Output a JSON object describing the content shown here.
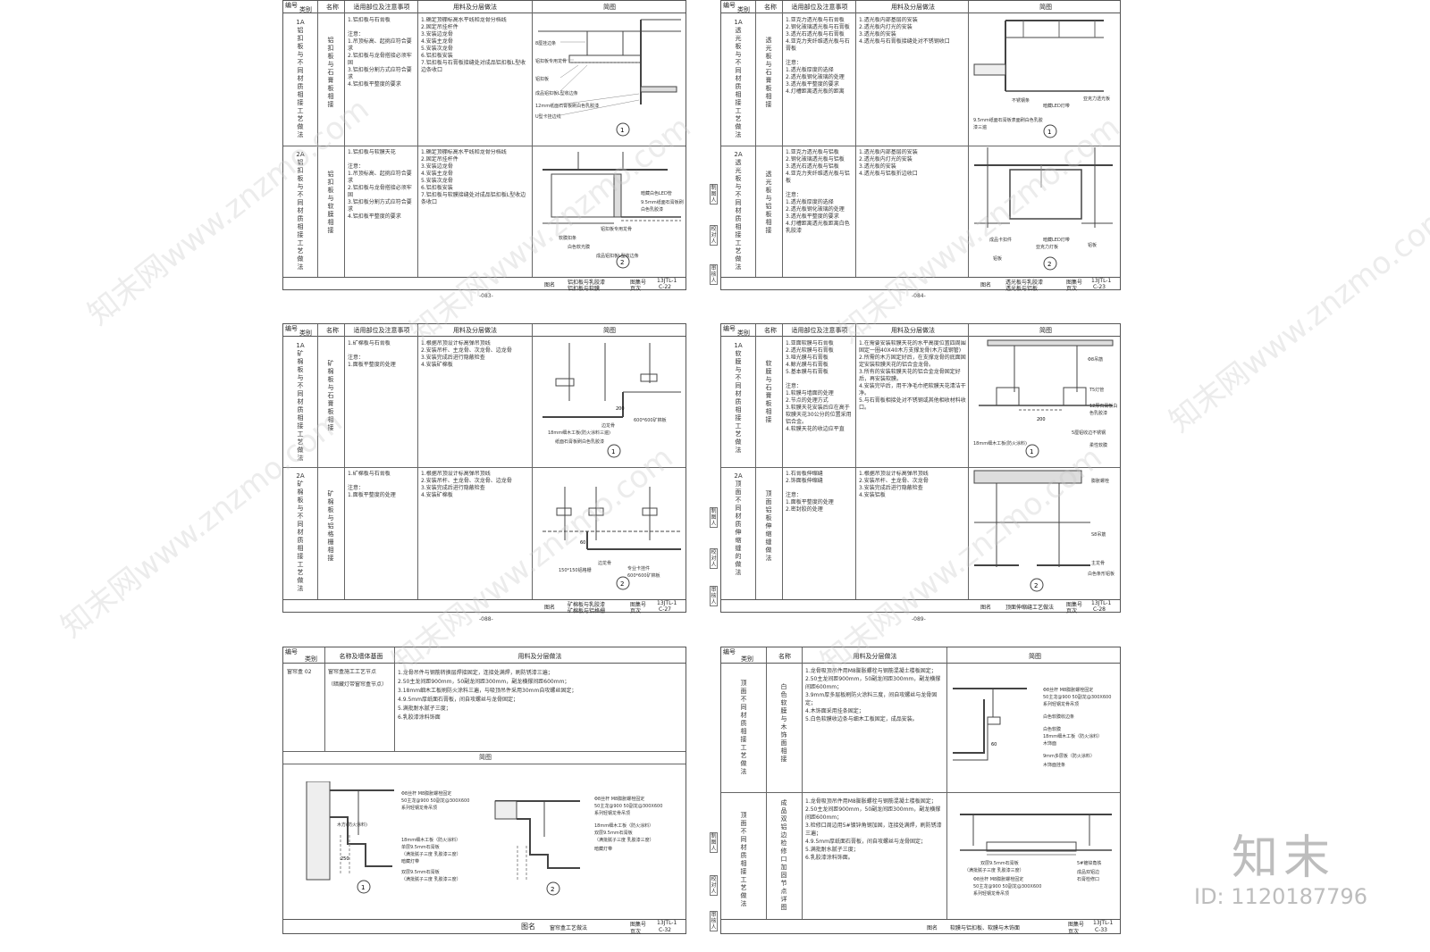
{
  "sheets": [
    {
      "header": {
        "code": "编号",
        "category": "类别",
        "name": "名称",
        "scope": "适用部位及注意事项",
        "method": "用料及分层做法",
        "sketch": "简图"
      },
      "rows": [
        {
          "code_vertical": "1A铝扣板与不同材质相接工艺做法",
          "name_vertical": "铝扣板与石膏板相接",
          "scope": "1.铝扣板与石膏板\n\n注意：\n1.吊顶标高、起挑应符合要求\n2.铝扣板与龙骨搭接必须牢固\n3.铝扣板分割方式应符合要求\n4.铝扣板平整度的要求",
          "method": "1.确定顶棚标高水平线和龙骨分档线\n2.固定吊挂杆件\n3.安装边龙骨\n4.安装主龙骨\n5.安装次龙骨\n6.铝扣板安装\n7.铝扣板与石膏板接缝处对成品铝扣板L型收边条收口",
          "labels": [
            "8厘挂边条",
            "铝扣板专用龙骨",
            "铝扣板",
            "成品铝扣板L型收边条",
            "12mm纸面石膏板刷白色乳胶漆",
            "U型卡挂边线"
          ],
          "num": "1"
        },
        {
          "code_vertical": "2A铝扣板与不同材质相接工艺做法",
          "name_vertical": "铝扣板与软膜相接",
          "scope": "1.铝扣板与软膜天花\n\n注意：\n1.吊顶标高、起挑应符合要求\n2.铝扣板与龙骨搭接必须牢固\n3.铝扣板分割方式应符合要求\n4.铝扣板平整度的要求",
          "method": "1.确定顶棚标高水平线和龙骨分档线\n2.固定吊挂杆件\n3.安装边龙骨\n4.安装主龙骨\n5.安装次龙骨\n6.铝扣板安装\n7.铝扣板与软膜接缝处对成品铝扣板L型收边条收口",
          "labels": [
            "暗藏白色LED管",
            "9.5mm纸面石膏板刷白色乳胶漆",
            "铝扣板专用龙骨",
            "软膜扣条",
            "白色软光膜",
            "成品铝扣板L型收边条"
          ],
          "num": "2"
        }
      ],
      "footer": {
        "label": "图名",
        "title_lines": [
          "铝扣板与乳胶漆",
          "铝扣板与软膜"
        ],
        "atlas_label": "图集号",
        "atlas": "13JTL-1",
        "page_label": "页次",
        "page": "C-22"
      },
      "pagenum": "-083-"
    },
    {
      "header": {
        "code": "编号",
        "category": "类别",
        "name": "名称",
        "scope": "适用部位及注意事项",
        "method": "用料及分层做法",
        "sketch": "简图"
      },
      "rows": [
        {
          "code_vertical": "1A透光板与不同材质相接工艺做法",
          "name_vertical": "透光板与石膏板相接",
          "scope": "1.亚克力透光板与石膏板\n2.钢化玻璃透光板与石膏板\n3.透光石透光板与石膏板\n4.亚克力夹纤维透光板与石膏板\n\n注意：\n1.透光板厚度的选择\n2.透光板钢化玻璃的处理\n3.透光板平整度的要求\n4.灯槽距离透光板的距离",
          "method": "1.透光板内部基层的安装\n2.透光板内灯光的安装\n3.透光板的安装\n4.透光板与石膏板接缝处对不锈钢收口",
          "labels": [
            "亚克力透光板",
            "暗藏LED灯带",
            "不锈钢条",
            "9.5mm纸面石膏板表面刷白色乳胶漆三遍",
            "白色乳胶漆"
          ],
          "num": "1"
        },
        {
          "code_vertical": "2A透光板与不同材质相接工艺做法",
          "name_vertical": "透光板与铝板相接",
          "scope": "1.亚克力透光板与铝板\n2.钢化玻璃透光板与铝板\n3.透光石透光板与铝板\n4.亚克力夹纤维透光板与铝板\n\n注意：\n1.透光板厚度的选择\n2.透光板钢化玻璃的处理\n3.透光板平整度的要求\n4.灯槽距离透光板距离白色乳胶漆",
          "method": "1.透光板内部基层的安装\n2.透光板内灯光的安装\n3.透光板的安装\n4.透光板与铝板折边收口",
          "labels": [
            "暗藏LED灯带",
            "成品卡扣件",
            "亚克力灯板",
            "铝板",
            "铝板"
          ],
          "num": "2"
        }
      ],
      "side_tags": [
        "制图人",
        "校对人",
        "审核人"
      ],
      "footer": {
        "label": "图名",
        "title_lines": [
          "透光板与乳胶漆",
          "透光板与铝板"
        ],
        "atlas_label": "图集号",
        "atlas": "13JTL-1",
        "page_label": "页次",
        "page": "C-23"
      },
      "pagenum": "-084-"
    },
    {
      "header": {
        "code": "编号",
        "category": "类别",
        "name": "名称",
        "scope": "适用部位及注意事项",
        "method": "用料及分层做法",
        "sketch": "简图"
      },
      "rows": [
        {
          "code_vertical": "1A矿棉板与不同材质相接工艺做法",
          "name_vertical": "矿棉板与石膏板相接",
          "scope": "1.矿棉板与石膏板\n\n注意：\n1.面板平整度的处理",
          "method": "1.根据吊顶设计标高弹吊顶线\n2.安装吊杆、主龙骨、次龙骨、边龙骨\n3.安装完成后进行隐蔽检查\n4.安装矿棉板",
          "labels": [
            "边龙骨",
            "600*600矿棉板",
            "18mm细木工板(防火涂料三遍)",
            "纸面石膏板刷白色乳胶漆"
          ],
          "num": "1"
        },
        {
          "code_vertical": "2A矿棉板与不同材质相接工艺做法",
          "name_vertical": "矿棉板与铝格栅相接",
          "scope": "1.矿棉板与石膏板\n\n注意：\n1.面板平整度的处理",
          "method": "1.根据吊顶设计标高弹吊顶线\n2.安装吊杆、主龙骨、次龙骨、边龙骨\n3.安装完成后进行隐蔽检查\n4.安装矿棉板",
          "labels": [
            "150*150铝格栅",
            "边龙骨",
            "专业卡挂件",
            "600*600矿棉板"
          ],
          "num": "2"
        }
      ],
      "footer": {
        "label": "图名",
        "title_lines": [
          "矿棉板与乳胶漆",
          "矿棉板与铝格栅"
        ],
        "atlas_label": "图集号",
        "atlas": "13JTL-1",
        "page_label": "页次",
        "page": "C-27"
      },
      "pagenum": "-088-"
    },
    {
      "header": {
        "code": "编号",
        "category": "类别",
        "name": "名称",
        "scope": "适用部位及注意事项",
        "method": "用料及分层做法",
        "sketch": "简图"
      },
      "rows": [
        {
          "code_vertical": "1A软膜与不同材质相接工艺做法",
          "name_vertical": "软膜与石膏板相接",
          "scope": "1.亚面软膜与石膏板\n2.透光软膜与石膏板\n3.哑光膜与石膏板\n4.鲸光膜与石膏板\n5.基本膜与石膏板\n\n注意：\n1.软膜与墙面的处理\n2.节点的处理方式\n3.软膜天花安装后应在高于软膜天花30公分的位置采用铝合金。\n4.软膜天花的收边应平直",
          "method": "1.在需要安装软膜天花的水平高度位置四周围固定一圈40X40木方支撑龙骨(木方或钢管)\n2.所需的木方固定好后，在支撑龙骨的底面固定安装软膜天花的铝合金龙骨。\n3.所有的安装软膜天花的铝合金龙骨固定好后，再安装软膜。\n4.安装完毕后，用干净毛巾把软膜天花清洁干净。\n5.与石膏板相接处对不锈钢或其他相收材料收口。",
          "labels": [
            "Φ8吊筋",
            "T5灯管",
            "12厚石膏板白色乳胶漆",
            "5厘铝收边不锈钢",
            "18mm细木工板(防火涂料)",
            "柔性软膜"
          ],
          "num": "1"
        },
        {
          "code_vertical": "2A顶面不同材质伸缩缝的做法",
          "name_vertical": "顶面铝板伸缩缝做法",
          "scope": "1.石膏板伸缩缝\n2.饰面板伸缩缝\n\n注意：\n1.面板平整度的处理\n2.密封胶的处理",
          "method": "1.根据吊顶设计标高弹吊顶线\n2.安装吊杆、主龙骨、次龙骨\n3.安装完成后进行隐蔽检查\n4.安装铝板",
          "labels": [
            "膨胀螺栓",
            "S8吊筋",
            "主龙骨",
            "白色条形铝板"
          ],
          "num": "2"
        }
      ],
      "side_tags": [
        "制图人",
        "校对人",
        "审核人"
      ],
      "footer": {
        "label": "图名",
        "title_lines": [
          "顶面伸缩缝工艺做法"
        ],
        "atlas_label": "图集号",
        "atlas": "13JTL-1",
        "page_label": "页次",
        "page": "C-28"
      },
      "pagenum": "-089-"
    }
  ],
  "sheet5": {
    "header": {
      "code": "编号",
      "category": "类别",
      "name": "名称及墙体基面",
      "method": "用料及分层做法"
    },
    "row": {
      "code": "窗帘盒 02",
      "name_lines": [
        "窗帘盒施工工艺节点",
        "（暗藏灯带窗帘盒节点）"
      ],
      "method": "1.龙骨吊件与钢筋转换层焊接固定，连接处满焊，刷防锈漆三遍；\n2.50主龙间距900mm，50副龙间距300mm，副龙横撑间距600mm；\n3.18mm细木工板刷防火涂料三遍，与吸顶吊件采用30mm自攻螺丝固定；\n4.9.5mm厚纸面石膏板，间自攻螺丝与龙骨固定；\n5.满批耐水腻子三度；\n6.乳胶漆涂料饰面"
    },
    "sketch_title": "简图",
    "labels_left": [
      "Φ8丝杆 M8膨胀螺栓固定",
      "50主龙@900  50副龙@300X600",
      "系列轻钢龙骨吊顶",
      "木方(防火涂料)",
      "18mm细木工板（防火涂料）",
      "单层9.5mm石膏板",
      "（满批腻子三度 乳胶漆三度）",
      "暗藏灯带",
      "双层9.5mm石膏板",
      "（满批腻子三度 乳胶漆三度）"
    ],
    "labels_right": [
      "Φ8丝杆 M8膨胀螺栓固定",
      "50主龙@900  50副龙@300X600",
      "系列轻钢龙骨吊顶",
      "18mm细木工板（防火涂料）",
      "双层9.5mm石膏板",
      "（满批腻子三度 乳胶漆三度）",
      "暗藏灯带"
    ],
    "footer": {
      "label": "图名",
      "title": "窗帘盒工艺做法",
      "atlas_label": "图集号",
      "atlas": "13JTL-1",
      "page_label": "页次",
      "page": "C-32"
    }
  },
  "sheet6": {
    "header": {
      "code": "编号",
      "category": "类别",
      "name": "名称",
      "method": "用料及分层做法",
      "sketch": "简图"
    },
    "rows": [
      {
        "code_vertical": "顶面不同材质相接工艺做法",
        "name_vertical": "白色软膜与木饰面相接",
        "method": "1.龙骨吸顶吊件用M8膨胀螺栓与钢筋混凝土楼板固定；\n2.50主龙间距900mm，50副龙间距300mm，副龙横撑间距600mm；\n3.9mm厚多层板刷防火涂料三度，间自攻螺丝与龙骨固定；\n4.木饰面采用挂条固定；\n5.白色软膜收边条与细木工板固定，成品安装。",
        "labels": [
          "Φ8丝杆 M8膨胀螺栓固定",
          "50主龙@900  50副龙@300X600",
          "系列轻钢龙骨吊顶",
          "白色软膜收边条",
          "白色软膜",
          "18mm细木工板（防火涂料）",
          "木饰面",
          "9mm多层板（防火涂料）",
          "木饰面挂条"
        ]
      },
      {
        "code_vertical": "顶面不同材质相接工艺做法",
        "name_vertical": "成品双铝边检修口加固节点详图",
        "method": "1.龙骨吸顶吊件用M8膨胀螺栓与钢筋混凝土楼板固定；\n2.50主龙间距900mm，50副龙间距300mm，副龙横撑间距600mm；\n3.检修口周边用5#镀锌角钢加固，连接处满焊，刷防锈漆三遍；\n4.9.5mm厚纸面石膏板，间自攻螺丝与龙骨固定；\n5.满批耐水腻子三度；\n6.乳胶漆涂料饰面。",
        "labels": [
          "双层9.5mm石膏板",
          "（满批腻子三度 乳胶漆三度）",
          "Φ8丝杆 M8膨胀螺栓固定",
          "50主龙@900  50副龙@300X600",
          "系列轻钢龙骨吊顶",
          "5#镀锌角铁",
          "成品双铝边",
          "石膏检修口"
        ]
      }
    ],
    "side_tags": [
      "制图人",
      "校对人",
      "审核人"
    ],
    "footer": {
      "label": "图名",
      "title": "软膜与铝扣板、软膜与木饰面",
      "atlas_label": "图集号",
      "atlas": "13JTL-1",
      "page_label": "页次",
      "page": "C-33"
    }
  },
  "watermark": {
    "text": "知末网www.znzmo.com"
  },
  "brand": {
    "name": "知末",
    "id": "ID: 1120187796"
  }
}
